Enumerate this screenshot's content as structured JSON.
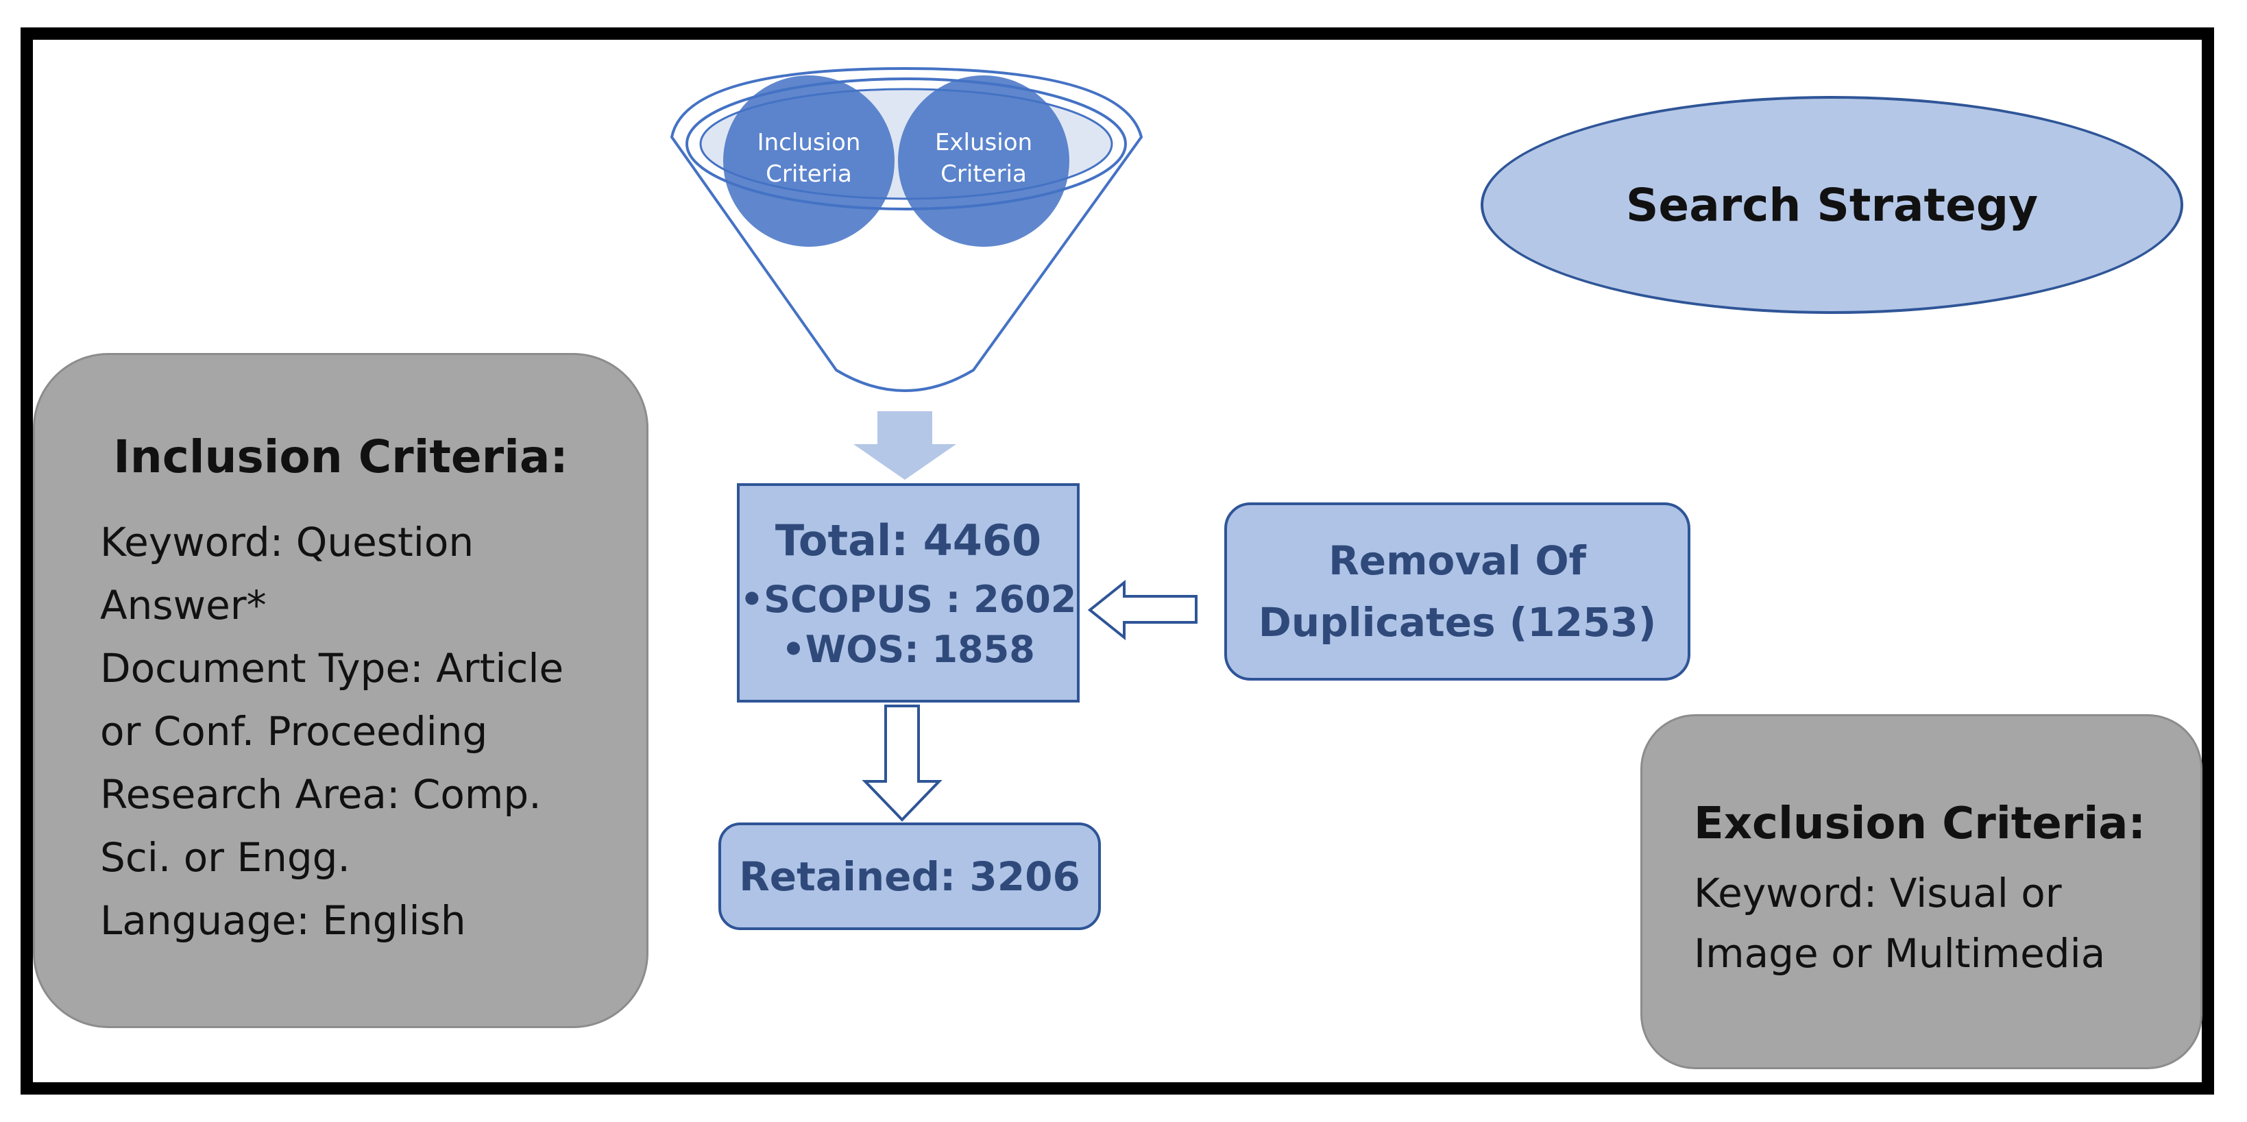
{
  "funnel": {
    "inclusion_line1": "Inclusion",
    "inclusion_line2": "Criteria",
    "exclusion_line1": "Exlusion",
    "exclusion_line2": "Criteria"
  },
  "search_strategy": "Search Strategy",
  "inclusion_criteria": {
    "heading": "Inclusion Criteria:",
    "lines": [
      "Keyword: Question",
      "Answer*",
      "Document Type: Article",
      "or Conf. Proceeding",
      "Research Area: Comp.",
      "Sci. or Engg.",
      "Language: English"
    ]
  },
  "total_box": {
    "total": "Total: 4460",
    "scopus": "•SCOPUS : 2602",
    "wos": "•WOS: 1858"
  },
  "removal_box": {
    "line1": "Removal Of",
    "line2": "Duplicates (1253)"
  },
  "retained": "Retained: 3206",
  "exclusion_criteria": {
    "heading": "Exclusion Criteria:",
    "lines": [
      "Keyword: Visual or",
      "Image or Multimedia"
    ]
  },
  "colors": {
    "funnel_circle": "#4472c4",
    "box_fill": "#aec3e6",
    "box_border": "#2f5597",
    "gray_box": "#a6a6a6",
    "arrow_fill": "#b4c7e7"
  }
}
